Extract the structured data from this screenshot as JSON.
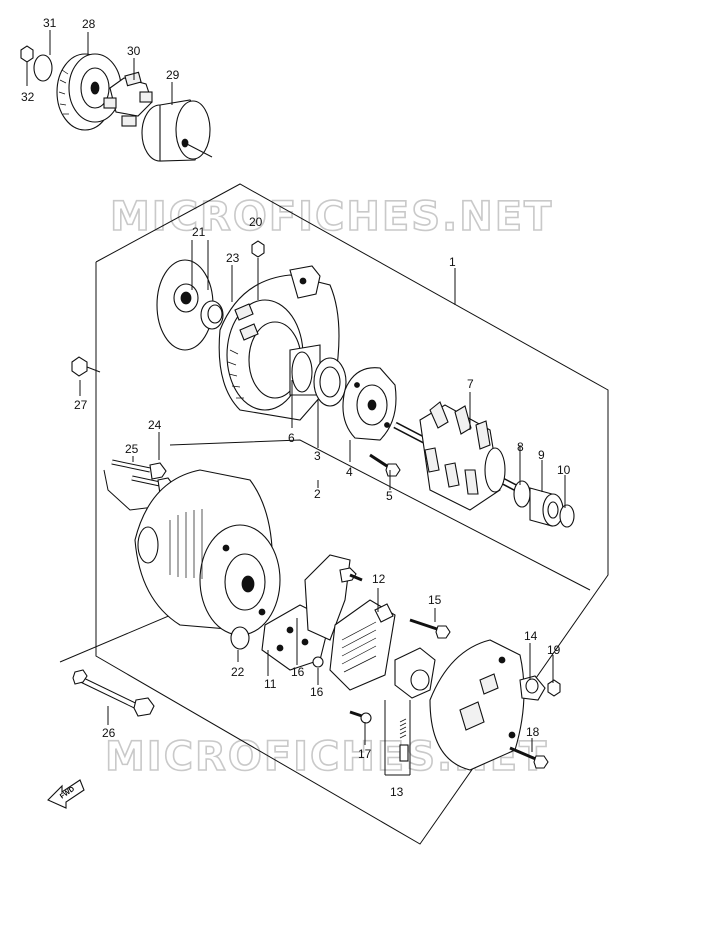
{
  "watermarks": [
    "MICROFICHES.NET",
    "MICROFICHES.NET"
  ],
  "fwd_label": "FWD",
  "callouts": {
    "c1": "1",
    "c2": "2",
    "c3": "3",
    "c4": "4",
    "c5": "5",
    "c6": "6",
    "c7": "7",
    "c8": "8",
    "c9": "9",
    "c10": "10",
    "c11": "11",
    "c12": "12",
    "c13": "13",
    "c14": "14",
    "c15": "15",
    "c16a": "16",
    "c16b": "16",
    "c17": "17",
    "c18": "18",
    "c19": "19",
    "c20": "20",
    "c21": "21",
    "c22": "22",
    "c23": "23",
    "c24": "24",
    "c25": "25",
    "c26": "26",
    "c27": "27",
    "c28": "28",
    "c29": "29",
    "c30": "30",
    "c31": "31",
    "c32": "32"
  },
  "colors": {
    "ink": "#111111",
    "watermark": "#c9c9c9",
    "background": "#ffffff"
  }
}
